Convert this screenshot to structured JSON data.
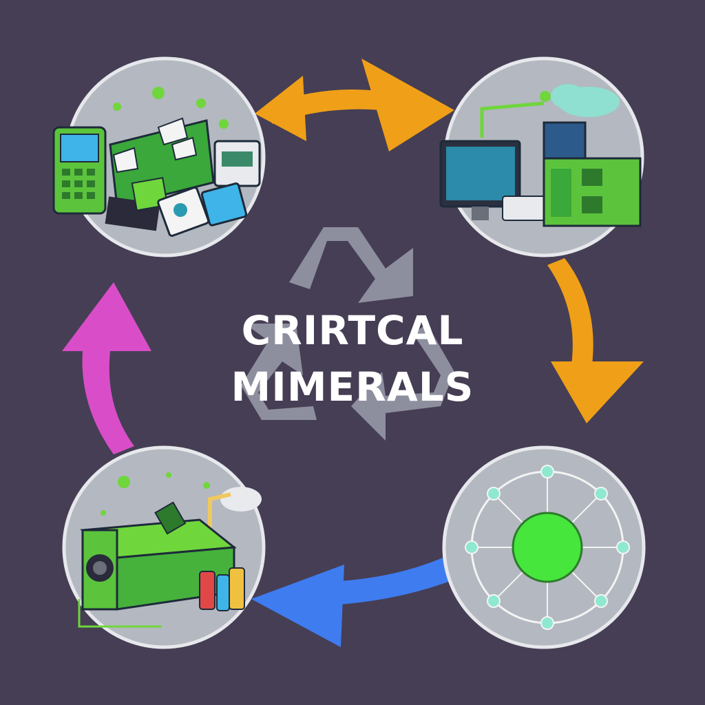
{
  "title": {
    "line1": "CRIRTCAL",
    "line2": "MIMERALS"
  },
  "colors": {
    "background": "#463e54",
    "node_fill": "#b4b8c0",
    "node_ring": "#e6e8ec",
    "recycle_symbol": "#9a9eab",
    "arrow_top": "#f0a018",
    "arrow_right": "#f0a018",
    "arrow_bottom": "#3f7cf0",
    "arrow_left": "#d94ec8",
    "accent_green": "#6fd63c"
  },
  "nodes": [
    {
      "id": "e-waste",
      "icon": "electronic-waste-bin-icon"
    },
    {
      "id": "processing-facility",
      "icon": "computer-factory-icon"
    },
    {
      "id": "mineral-extraction",
      "icon": "network-molecule-icon"
    },
    {
      "id": "recycling-machine",
      "icon": "battery-recycling-machine-icon"
    }
  ],
  "arrows": [
    {
      "id": "top",
      "direction": "bidirectional"
    },
    {
      "id": "right",
      "direction": "down"
    },
    {
      "id": "bottom",
      "direction": "left"
    },
    {
      "id": "left",
      "direction": "up"
    }
  ]
}
